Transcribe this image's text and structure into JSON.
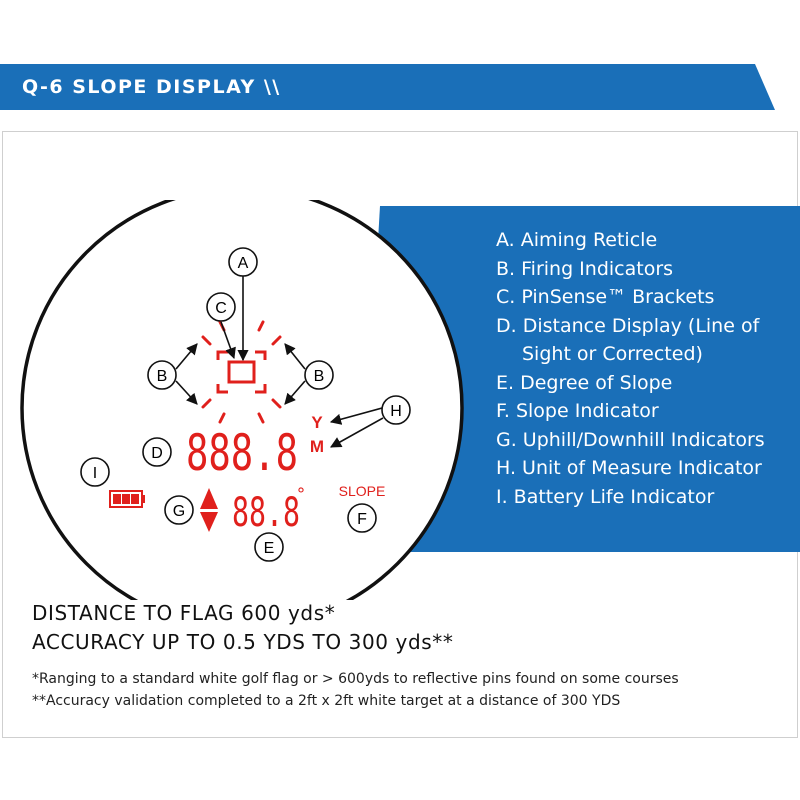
{
  "header": {
    "title": "Q-6 SLOPE DISPLAY \\\\"
  },
  "legend": {
    "items": [
      {
        "text": "A. Aiming Reticle"
      },
      {
        "text": "B. Firing Indicators"
      },
      {
        "text": "C. PinSense™ Brackets"
      },
      {
        "text": "D. Distance Display (Line of"
      },
      {
        "text": "Sight or Corrected)",
        "indent": true
      },
      {
        "text": "E. Degree of Slope"
      },
      {
        "text": "F.  Slope Indicator"
      },
      {
        "text": "G. Uphill/Downhill Indicators"
      },
      {
        "text": "H. Unit of Measure Indicator"
      },
      {
        "text": "I. Battery Life Indicator"
      }
    ]
  },
  "display": {
    "callouts": {
      "a": "A",
      "b": "B",
      "c": "C",
      "d": "D",
      "e": "E",
      "f": "F",
      "g": "G",
      "h": "H",
      "i": "I"
    },
    "distance_readout": "888.8",
    "slope_readout": "88.8",
    "degree_symbol": "°",
    "unit_yards": "Y",
    "unit_meters": "M",
    "slope_label": "SLOPE",
    "colors": {
      "lcd_red": "#e0201c",
      "brand_blue": "#1a6fb8"
    }
  },
  "specs": {
    "line1": "DISTANCE TO FLAG 600 yds*",
    "line2": "ACCURACY UP TO 0.5 YDS TO 300 yds**"
  },
  "footnotes": {
    "note1": "*Ranging to a standard white golf flag or > 600yds to reflective pins found on some courses",
    "note2": "**Accuracy validation completed to a 2ft x 2ft white target at a distance of 300 YDS"
  }
}
